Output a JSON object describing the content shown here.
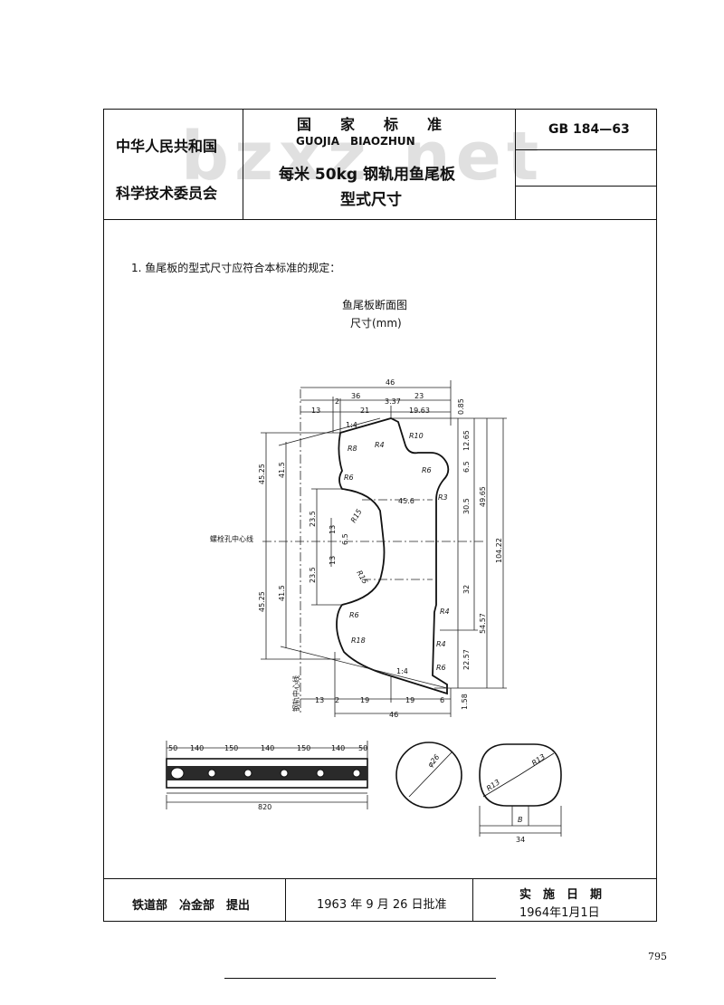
{
  "header": {
    "issuer_line1": "中华人民共和国",
    "issuer_line2": "科学技术委员会",
    "category_cn": "国　　家　　标　　准",
    "category_pinyin": "GUOJIA　BIAOZHUN",
    "title_line1": "每米 50kg 钢轨用鱼尾板",
    "title_line2": "型式尺寸",
    "code": "GB 184—63",
    "watermark": "bzxz.net"
  },
  "body": {
    "clause1": "1. 鱼尾板的型式尺寸应符合本标准的规定：",
    "figure_title": "鱼尾板断面图",
    "figure_unit": "尺寸(mm)"
  },
  "section_drawing": {
    "top_dims": [
      "46",
      "36",
      "23",
      "2",
      "13",
      "21",
      "3.37",
      "19.63",
      "0.85"
    ],
    "slopes": [
      "1:4",
      "1:4"
    ],
    "radii": [
      "R8",
      "R4",
      "R10",
      "R6",
      "R6",
      "R3",
      "R15",
      "R15",
      "R6",
      "R18",
      "R4",
      "R4",
      "R6"
    ],
    "inner_dim": "45.6",
    "left_dims": [
      "45.25",
      "41.5",
      "23.5",
      "13",
      "6.5",
      "13",
      "23.5",
      "41.5",
      "45.25"
    ],
    "right_dims": [
      "12.65",
      "6.5",
      "30.5",
      "49.65",
      "104.22",
      "32",
      "54.57",
      "22.57",
      "1.58"
    ],
    "centerline_bolt": "螺栓孔中心线",
    "centerline_rail": "钢轨中心线",
    "bottom_dims": [
      "13",
      "2",
      "19",
      "19",
      "6",
      "46"
    ]
  },
  "plan_drawing": {
    "spacings": [
      "50",
      "140",
      "150",
      "140",
      "150",
      "140",
      "50"
    ],
    "total": "820"
  },
  "hole_details": {
    "round_hole": "φ26",
    "oval_radius1": "R13",
    "oval_radius2": "R13",
    "oval_b": "B",
    "oval_width": "34"
  },
  "footer": {
    "proposer": "铁道部　冶金部　提出",
    "approval": "1963 年 9 月 26 日批准",
    "effective_label": "实　施　日　期",
    "effective_date": "1964年1月1日"
  },
  "page_number": "795"
}
